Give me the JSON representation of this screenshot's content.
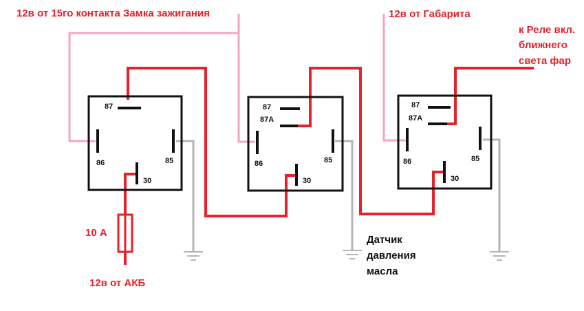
{
  "labels": {
    "ignition": "12в от 15го контакта Замка зажигания",
    "side_light": "12в от Габарита",
    "low_beam_line1": "к Реле вкл.",
    "low_beam_line2": "ближнего",
    "low_beam_line3": "света фар",
    "fuse": "10 А",
    "battery": "12в от АКБ",
    "sensor_line1": "Датчик",
    "sensor_line2": "давления",
    "sensor_line3": "масла"
  },
  "relays": [
    {
      "pins": {
        "p87": "87",
        "p86": "86",
        "p85": "85",
        "p30": "30"
      }
    },
    {
      "pins": {
        "p87": "87",
        "p87a": "87A",
        "p86": "86",
        "p85": "85",
        "p30": "30"
      }
    },
    {
      "pins": {
        "p87": "87",
        "p87a": "87A",
        "p86": "86",
        "p85": "85",
        "p30": "30"
      }
    }
  ],
  "colors": {
    "power_wire": "#e8202a",
    "ignition_wire": "#f4a6bd",
    "ground_wire": "#b4b4b4",
    "relay_outline": "#111111"
  }
}
